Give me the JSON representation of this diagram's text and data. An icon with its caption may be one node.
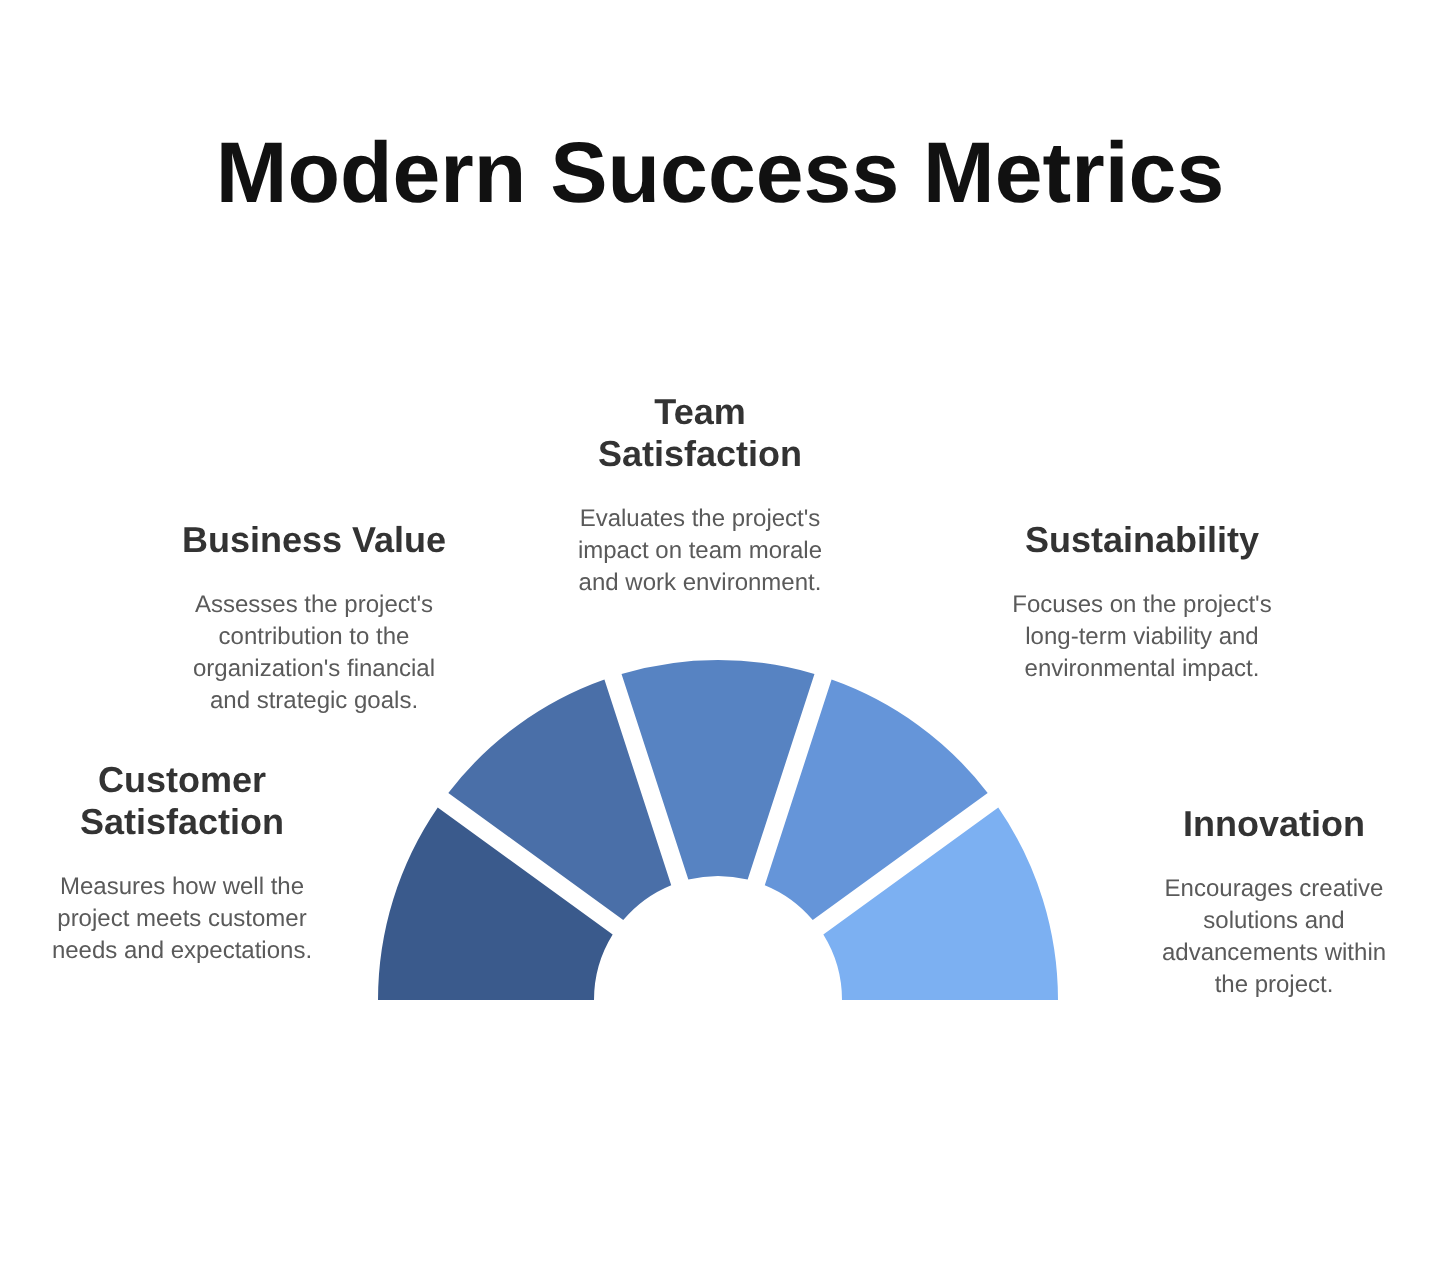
{
  "diagram": {
    "title": "Modern Success Metrics",
    "nodes": [
      {
        "text": [
          "Customer Satisfaction",
          "Measures how well the project meets customer needs and expectations."
        ]
      },
      {
        "text": [
          "Business Value",
          "Assesses the project's contribution to the organization's financial and strategic goals."
        ]
      },
      {
        "text": [
          "Team Satisfaction",
          "Evaluates the project's impact on team morale and work environment."
        ]
      },
      {
        "text": [
          "Sustainability",
          "Focuses on the project's long-term viability and environmental impact."
        ]
      },
      {
        "text": [
          "Innovation",
          "Encourages creative solutions and advancements within the project."
        ]
      }
    ]
  }
}
